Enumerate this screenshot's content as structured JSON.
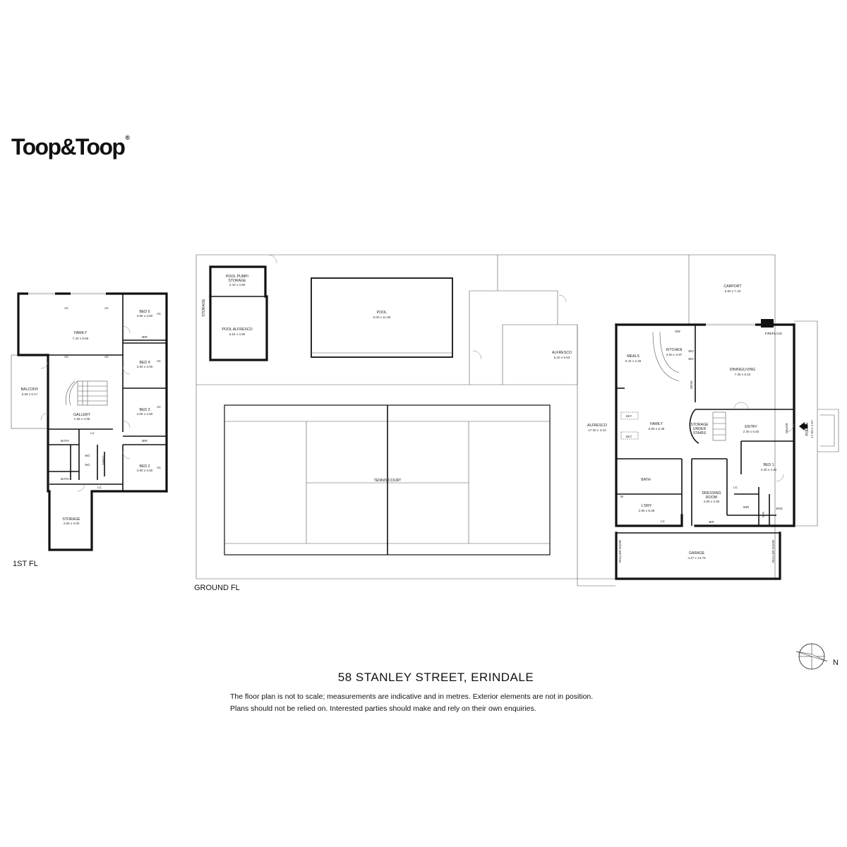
{
  "brand": {
    "name": "Toop&Toop",
    "mark": "®"
  },
  "title": "58 STANLEY STREET, ERINDALE",
  "disclaimer": [
    "The floor plan is not to scale; measurements are indicative and in metres. Exterior elements are not in position.",
    "Plans should not be relied on. Interested parties should make and rely on their own enquiries."
  ],
  "compass": {
    "label": "N"
  },
  "first_floor": {
    "label": "1ST FL",
    "rooms": {
      "family": {
        "name": "FAMILY",
        "dim": "7.40 x 8.65"
      },
      "bed5": {
        "name": "BED 5",
        "dim": "3.95 x 3.60"
      },
      "bed4": {
        "name": "BED 4",
        "dim": "3.93 x 3.60"
      },
      "bed3": {
        "name": "BED 3",
        "dim": "4.00 x 3.60"
      },
      "bed2": {
        "name": "BED 2",
        "dim": "3.90 x 3.60"
      },
      "balcony": {
        "name": "BALCONY",
        "dim": "5.55 x 5.17"
      },
      "gallery": {
        "name": "GALLERY",
        "dim": "1.66 x 4.95"
      },
      "storage": {
        "name": "STORAGE",
        "dim": "4.80 x 4.00"
      }
    },
    "tags": {
      "ac": "AC",
      "bir": "BIR",
      "bath": "BATH",
      "wc": "WC",
      "lc": "LC",
      "linen": "LINEN"
    }
  },
  "ground_floor": {
    "label": "GROUND FL",
    "rooms": {
      "pool_pump": {
        "name_1": "POOL PUMP/",
        "name_2": "STORAGE",
        "dim": "2.43 x 4.80"
      },
      "pool_alfresco": {
        "name": "POOL ALFRESCO",
        "dim": "5.54 x 4.80"
      },
      "storage": {
        "name": "STORAGE"
      },
      "pool": {
        "name": "POOL",
        "dim": "6.00 x 11.90"
      },
      "carport": {
        "name": "CARPORT",
        "dim": "5.60 x 7.43"
      },
      "alfresco_top": {
        "name": "ALFRESCO",
        "dim": "5.20 x 9.53"
      },
      "alfresco_side": {
        "name": "ALFRESCO",
        "dim": "17.00 x 3.16"
      },
      "tennis": {
        "name": "TENNIS COURT"
      },
      "meals": {
        "name": "MEALS",
        "dim": "5.44 x 2.45"
      },
      "kitchen": {
        "name": "KITCHEN",
        "dim": "4.50 x 3.97"
      },
      "dining": {
        "name": "DINING/LIVING",
        "dim": "7.36 x 8.42"
      },
      "family": {
        "name": "FAMILY",
        "dim": "5.80 x 6.35"
      },
      "storage_stairs": {
        "name_1": "STORAGE",
        "name_2": "UNDER",
        "name_3": "STAIRS"
      },
      "entry": {
        "name": "ENTRY",
        "dim": "2.30 x 6.60"
      },
      "porch": {
        "name": "PORCH",
        "dim": "17.00 x 1.97"
      },
      "bath": {
        "name": "BATH"
      },
      "laundry": {
        "name": "L'DRY",
        "dim": "2.80 x 5.08"
      },
      "dressing": {
        "name_1": "DRESSING",
        "name_2": "ROOM",
        "dim": "4.80 x 2.56"
      },
      "bed1": {
        "name": "BED 1",
        "dim": "4.30 x 4.40"
      },
      "garage": {
        "name": "GARAGE",
        "dim": "4.47 x 13.75"
      }
    },
    "tags": {
      "fireplace": "FIREPLACE",
      "sky": "SKY",
      "dw": "DW",
      "wo": "WO",
      "desk": "DESK",
      "entry": "ENTRY",
      "roller_door": "ROLLER DOOR",
      "wir": "WIR",
      "spa": "SPA",
      "ens": "ENS",
      "bir": "BIR",
      "lc": "LC",
      "w": "W"
    }
  }
}
